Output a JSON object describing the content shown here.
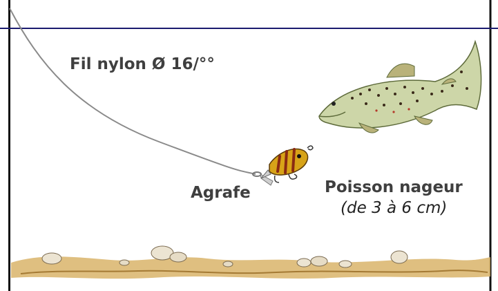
{
  "labels": {
    "line": "Fil nylon Ø 16/°°",
    "clip": "Agrafe",
    "lure": "Poisson nageur",
    "lure_size": "(de 3 à 6 cm)"
  },
  "colors": {
    "frame": "#111111",
    "water_surface": "#1a1a6e",
    "line": "#8a8a8a",
    "text": "#3f3f3f",
    "trout_body": "#c9d2a4",
    "trout_fins": "#b9b27a",
    "lure_body": "#d7a318",
    "lure_stripes": "#8a2a12",
    "riverbed": "#c9a35b"
  },
  "icons": {
    "fish": "trout-illustration",
    "lure": "crankbait-lure",
    "clip": "snap-clip",
    "riverbed": "pebbles-riverbed"
  }
}
